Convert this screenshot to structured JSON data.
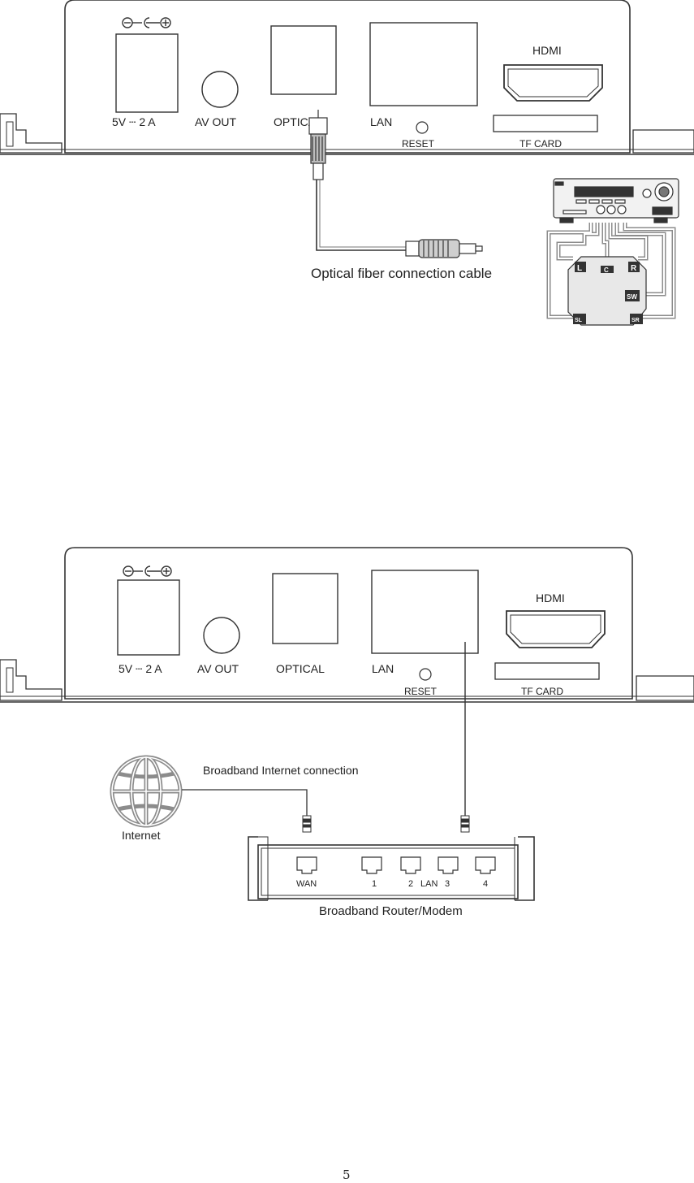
{
  "diagram1": {
    "power_label": "5V ┄ 2 A",
    "av_label": "AV OUT",
    "optical_label": "OPTICAL",
    "lan_label": "LAN",
    "reset_label": "RESET",
    "hdmi_label": "HDMI",
    "tfcard_label": "TF CARD",
    "cable_caption": "Optical fiber connection cable",
    "speaker_labels": [
      "L",
      "C",
      "R",
      "SW",
      "SL",
      "SR"
    ]
  },
  "diagram2": {
    "power_label": "5V ┄ 2 A",
    "av_label": "AV OUT",
    "optical_label": "OPTICAL",
    "lan_label": "LAN",
    "reset_label": "RESET",
    "hdmi_label": "HDMI",
    "tfcard_label": "TF CARD",
    "broadband_label": "Broadband Internet connection",
    "internet_label": "Internet",
    "router_label": "Broadband Router/Modem",
    "wan_label": "WAN",
    "port1_label": "1",
    "port2_label": "2",
    "port_lan_label": "LAN",
    "port3_label": "3",
    "port4_label": "4"
  },
  "page_number": "5",
  "colors": {
    "line": "#333333",
    "fill_gray": "#9a9a9a",
    "speaker_box": "#e8e8e8"
  }
}
